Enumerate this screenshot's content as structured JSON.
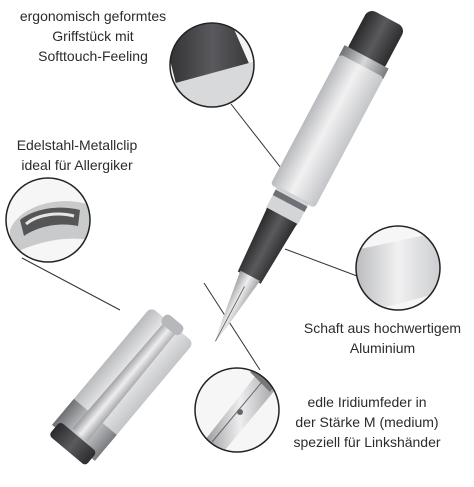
{
  "callouts": {
    "grip": {
      "lines": [
        "ergonomisch geformtes",
        "Griffstück mit",
        "Softtouch-Feeling"
      ],
      "icon": "grip-detail-icon"
    },
    "clip": {
      "lines": [
        "Edelstahl-Metallclip",
        "ideal für Allergiker"
      ],
      "icon": "clip-detail-icon"
    },
    "barrel": {
      "lines": [
        "Schaft aus hochwertigem",
        "Aluminium"
      ],
      "icon": "barrel-detail-icon"
    },
    "nib": {
      "lines": [
        "edle Iridiumfeder in",
        "der Stärke M (medium)",
        "speziell für Linkshänder"
      ],
      "icon": "nib-detail-icon"
    }
  },
  "colors": {
    "background": "#ffffff",
    "aluminium": "#d9d9db",
    "grip": "#3a3a3d",
    "chrome": "#8a8c90",
    "leader_line": "#333333",
    "text": "#2b2b2b"
  }
}
